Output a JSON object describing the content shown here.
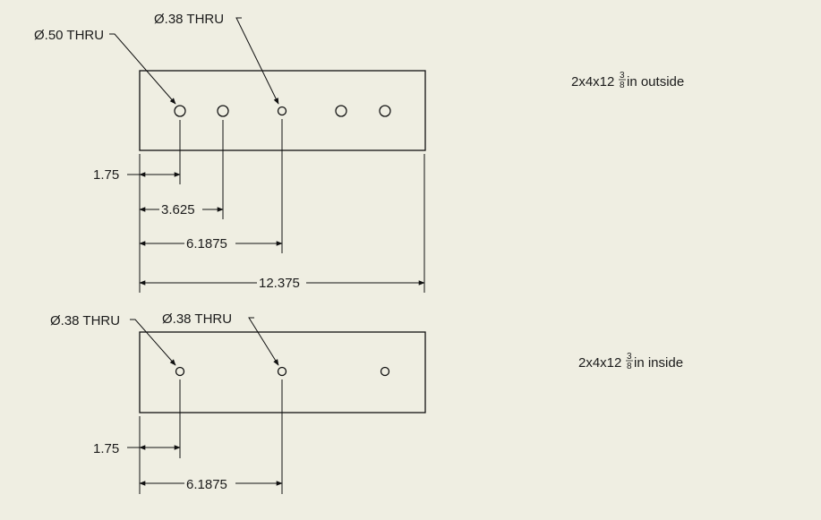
{
  "colors": {
    "background": "#efeee2",
    "line": "#111111"
  },
  "parts": [
    {
      "title": {
        "prefix": "2x4x12",
        "frac_num": "3",
        "frac_den": "8",
        "suffix": "in outside"
      },
      "callouts": [
        "Ø.50 THRU",
        "Ø.38 THRU"
      ],
      "dimensions": [
        "1.75",
        "3.625",
        "6.1875",
        "12.375"
      ]
    },
    {
      "title": {
        "prefix": "2x4x12",
        "frac_num": "3",
        "frac_den": "8",
        "suffix": "in inside"
      },
      "callouts": [
        "Ø.38 THRU",
        "Ø.38 THRU"
      ],
      "dimensions": [
        "1.75",
        "6.1875"
      ]
    }
  ]
}
